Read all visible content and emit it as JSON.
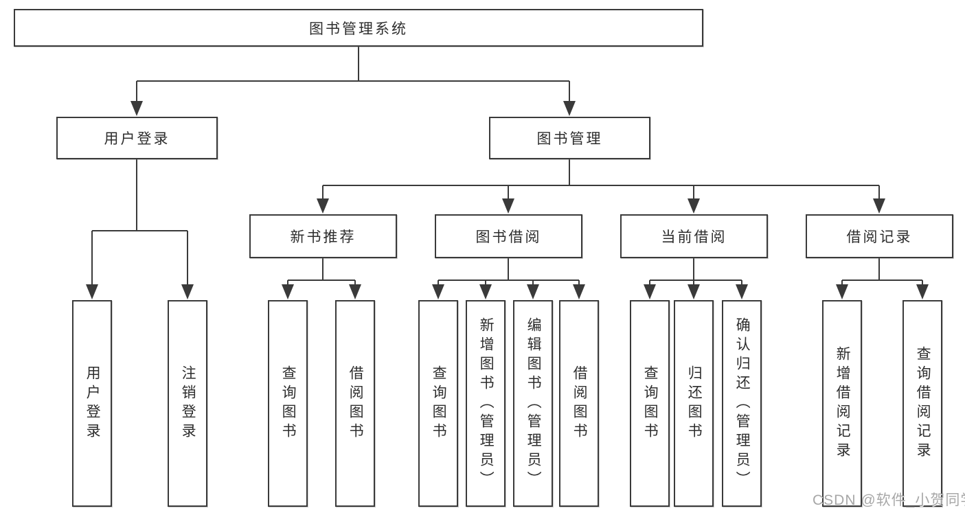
{
  "diagram": {
    "title": "图书管理系统",
    "tree": {
      "root": {
        "label": "图书管理系统"
      },
      "branches": [
        {
          "label": "用户登录",
          "children": [
            {
              "label": "用户登录"
            },
            {
              "label": "注销登录"
            }
          ]
        },
        {
          "label": "图书管理",
          "children": [
            {
              "label": "新书推荐",
              "children": [
                {
                  "label": "查询图书"
                },
                {
                  "label": "借阅图书"
                }
              ]
            },
            {
              "label": "图书借阅",
              "children": [
                {
                  "label": "查询图书"
                },
                {
                  "label": "新增图书（管理员）"
                },
                {
                  "label": "编辑图书（管理员）"
                },
                {
                  "label": "借阅图书"
                }
              ]
            },
            {
              "label": "当前借阅",
              "children": [
                {
                  "label": "查询图书"
                },
                {
                  "label": "归还图书"
                },
                {
                  "label": "确认归还（管理员）"
                }
              ]
            },
            {
              "label": "借阅记录",
              "children": [
                {
                  "label": "新增借阅记录"
                },
                {
                  "label": "查询借阅记录"
                }
              ]
            }
          ]
        }
      ]
    },
    "colors": {
      "line": "#3a3a3a",
      "box_border": "#3a3a3a",
      "box_fill": "#ffffff",
      "text": "#2d2d2d",
      "background": "#ffffff",
      "watermark": "#919191"
    }
  },
  "watermark": {
    "text": "CSDN @软件_小贺同学"
  }
}
